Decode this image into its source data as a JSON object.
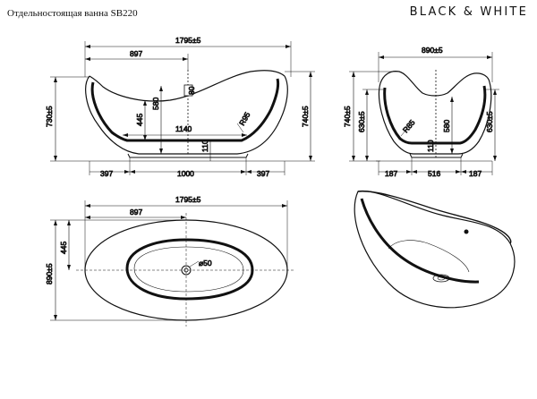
{
  "header": {
    "title": "Отдельностоящая ванна SB220",
    "brand": "BLACK & WHITE"
  },
  "side_view": {
    "overall_width": "1795±5",
    "drain_offset": "897",
    "height_left": "730±5",
    "height_right": "740±5",
    "inner_depth": "445",
    "overflow_height": "580",
    "overflow_size": "80",
    "bottom_length": "1140",
    "radius": "R95",
    "base_height": "110",
    "foot_left": "397",
    "base_length": "1000",
    "foot_right": "397"
  },
  "end_view": {
    "overall_width": "890±5",
    "height_left": "740±5",
    "inner_left": "630±5",
    "inner_right": "630±5",
    "radius": "R85",
    "overflow_height": "580",
    "base_height": "110",
    "foot_left": "187",
    "base_width": "516",
    "foot_right": "187"
  },
  "top_view": {
    "overall_width": "1795±5",
    "drain_offset": "897",
    "overall_depth": "890±5",
    "drain_depth": "445",
    "drain_diameter": "⌀50"
  }
}
